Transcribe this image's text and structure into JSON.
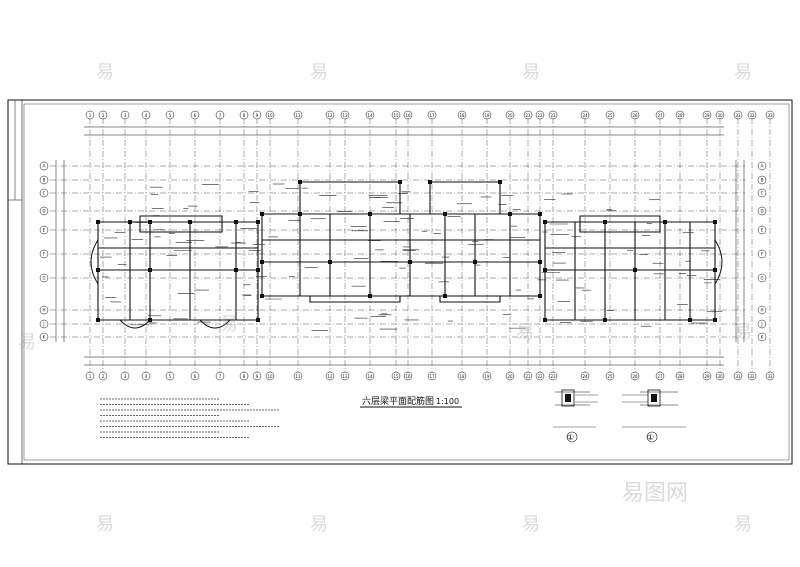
{
  "drawing": {
    "title": "六层梁平面配筋图",
    "scale": "1:100",
    "detail_marks": [
      "①",
      "①"
    ],
    "column_axes": [
      "1",
      "2",
      "3",
      "4",
      "5",
      "6",
      "7",
      "8",
      "9",
      "10",
      "11",
      "12",
      "13",
      "14",
      "15",
      "16",
      "17",
      "18",
      "19",
      "20",
      "21",
      "22",
      "23",
      "24",
      "25",
      "26",
      "27",
      "28",
      "29",
      "30",
      "31",
      "32",
      "33"
    ],
    "row_axes": [
      "A",
      "B",
      "C",
      "D",
      "E",
      "F",
      "G",
      "H",
      "J",
      "K"
    ]
  },
  "watermark": {
    "glyph": "易",
    "brand": "易图网"
  },
  "colors": {
    "line": "#111111",
    "background": "#ffffff",
    "watermark": "#bdbdbd"
  }
}
